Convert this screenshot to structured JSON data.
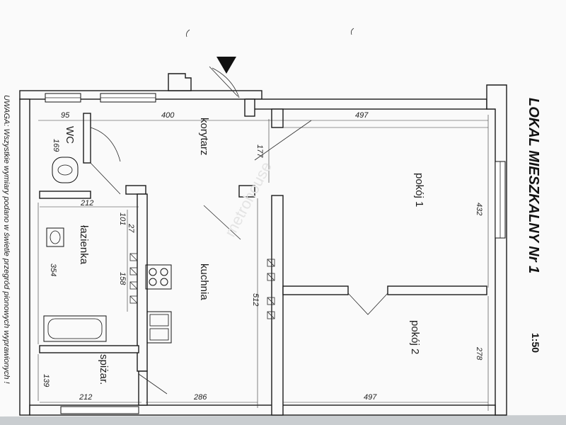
{
  "plan": {
    "title": "LOKAL MIESZKALNY Nr 1",
    "scale": "1:50",
    "note": "UWAGA: Wszystkie wymiary podano w świetle przegród pionowych wyprawionych !",
    "watermark": "metrohouse",
    "rooms": {
      "pokoj1": "pokój 1",
      "pokoj2": "pokój 2",
      "kuchnia": "kuchnia",
      "korytarz": "korytarz",
      "lazienka": "łazienka",
      "wc": "WC",
      "spizarnia": "spiżar."
    },
    "dimensions": {
      "d95": "95",
      "d400": "400",
      "d497_top": "497",
      "d169": "169",
      "d177": "177",
      "d432": "432",
      "d212_top": "212",
      "d101": "101",
      "d27": "27",
      "d354": "354",
      "d158": "158",
      "d512": "512",
      "d278": "278",
      "d139": "139",
      "d212_bottom": "212",
      "d286": "286",
      "d497_bottom": "497"
    }
  },
  "colors": {
    "paper": "#fafafa",
    "background": "#6e7b82",
    "ink": "#1a1a1a"
  }
}
